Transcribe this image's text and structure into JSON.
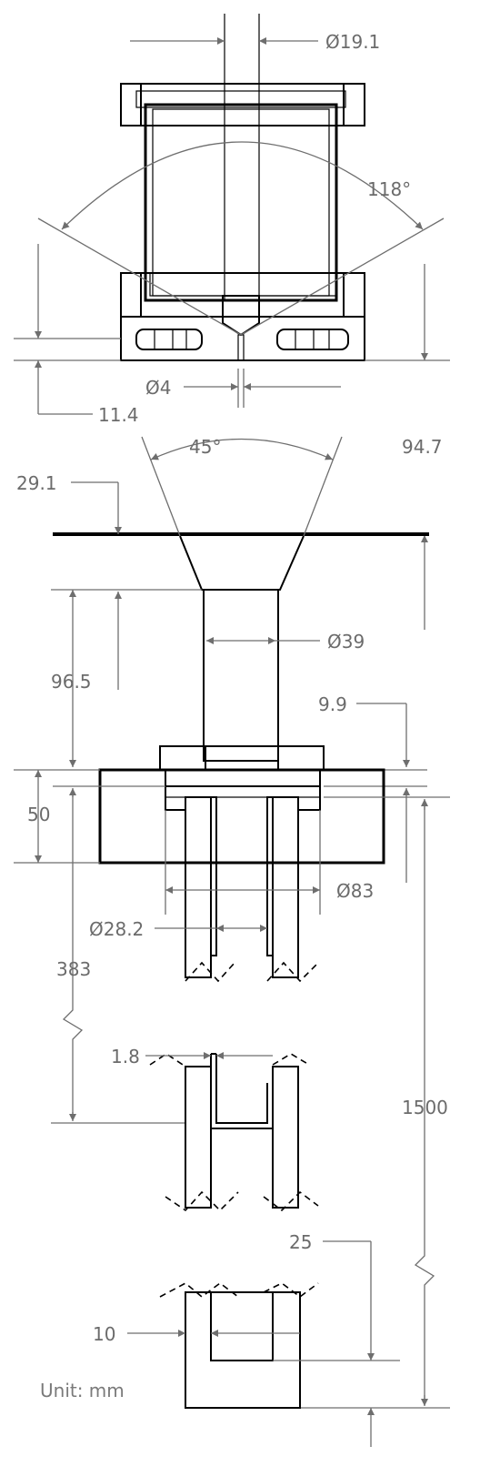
{
  "dimensions": {
    "d_19_1": "Ø19.1",
    "a_118": "118°",
    "d_4": "Ø4",
    "l_11_4": "11.4",
    "a_45": "45°",
    "l_94_7": "94.7",
    "l_29_1": "29.1",
    "d_39": "Ø39",
    "l_96_5": "96.5",
    "l_9_9": "9.9",
    "l_50": "50",
    "d_83": "Ø83",
    "d_28_2": "Ø28.2",
    "l_383": "383",
    "l_1_8": "1.8",
    "l_1500": "1500",
    "l_25": "25",
    "l_10": "10"
  },
  "unit_note": "Unit: mm"
}
